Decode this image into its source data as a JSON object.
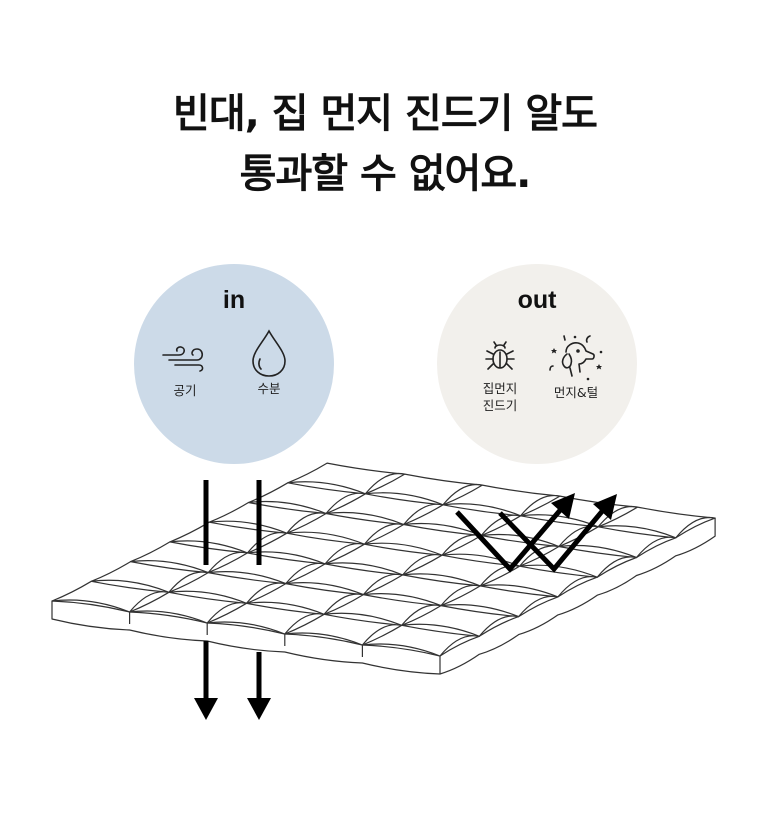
{
  "headline": {
    "line1": "빈대, 집 먼지 진드기 알도",
    "line2": "통과할 수 없어요."
  },
  "in_panel": {
    "title": "in",
    "color": "#ccdae8",
    "items": [
      {
        "icon": "wind-icon",
        "label": "공기"
      },
      {
        "icon": "water-drop-icon",
        "label": "수분"
      }
    ]
  },
  "out_panel": {
    "title": "out",
    "color": "#f2f0ec",
    "items": [
      {
        "icon": "dust-mite-icon",
        "label_line1": "집먼지",
        "label_line2": "진드기"
      },
      {
        "icon": "dog-dander-icon",
        "label": "먼지&털"
      }
    ]
  },
  "diagram": {
    "subject": "quilted fabric layer",
    "pass_through_arrows": 2,
    "reflected_arrows": 2
  }
}
